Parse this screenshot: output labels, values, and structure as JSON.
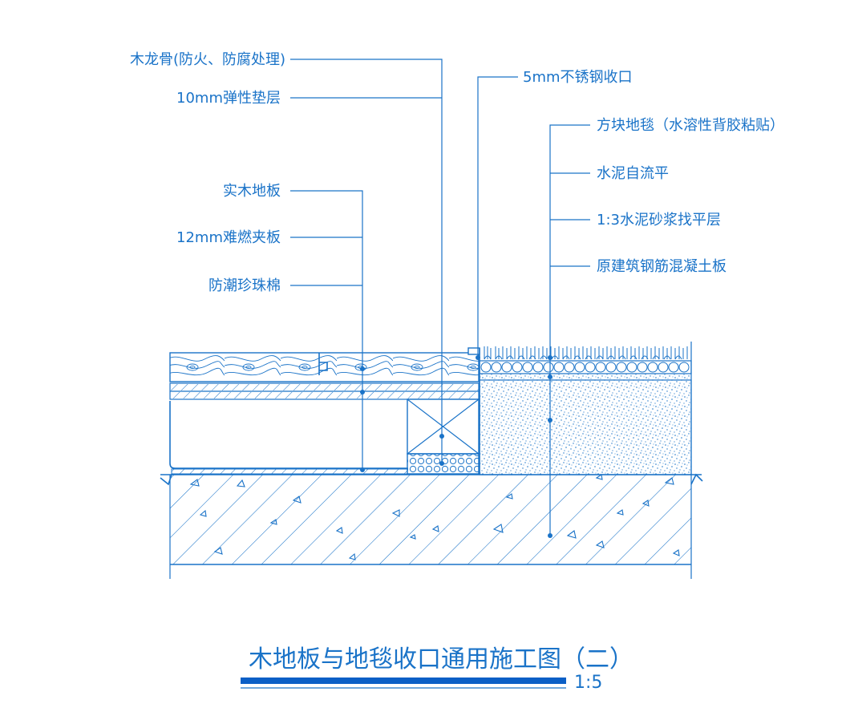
{
  "title": "木地板与地毯收口通用施工图（二）",
  "scale": "1:5",
  "colors": {
    "line": "#1a73c8",
    "title_bar": "#0b5fc6"
  },
  "labels_left": [
    {
      "id": "keel",
      "text": "木龙骨(防火、防腐处理)"
    },
    {
      "id": "elastic-pad",
      "text": "10mm弹性垫层"
    },
    {
      "id": "solid-wood",
      "text": "实木地板"
    },
    {
      "id": "plywood",
      "text": "12mm难燃夹板"
    },
    {
      "id": "pearl-cotton",
      "text": "防潮珍珠棉"
    }
  ],
  "labels_right": [
    {
      "id": "steel-edge",
      "text": "5mm不锈钢收口"
    },
    {
      "id": "carpet",
      "text": "方块地毯（水溶性背胶粘贴）"
    },
    {
      "id": "self-level",
      "text": "水泥自流平"
    },
    {
      "id": "mortar",
      "text": "1:3水泥砂浆找平层"
    },
    {
      "id": "slab",
      "text": "原建筑钢筋混凝土板"
    }
  ]
}
